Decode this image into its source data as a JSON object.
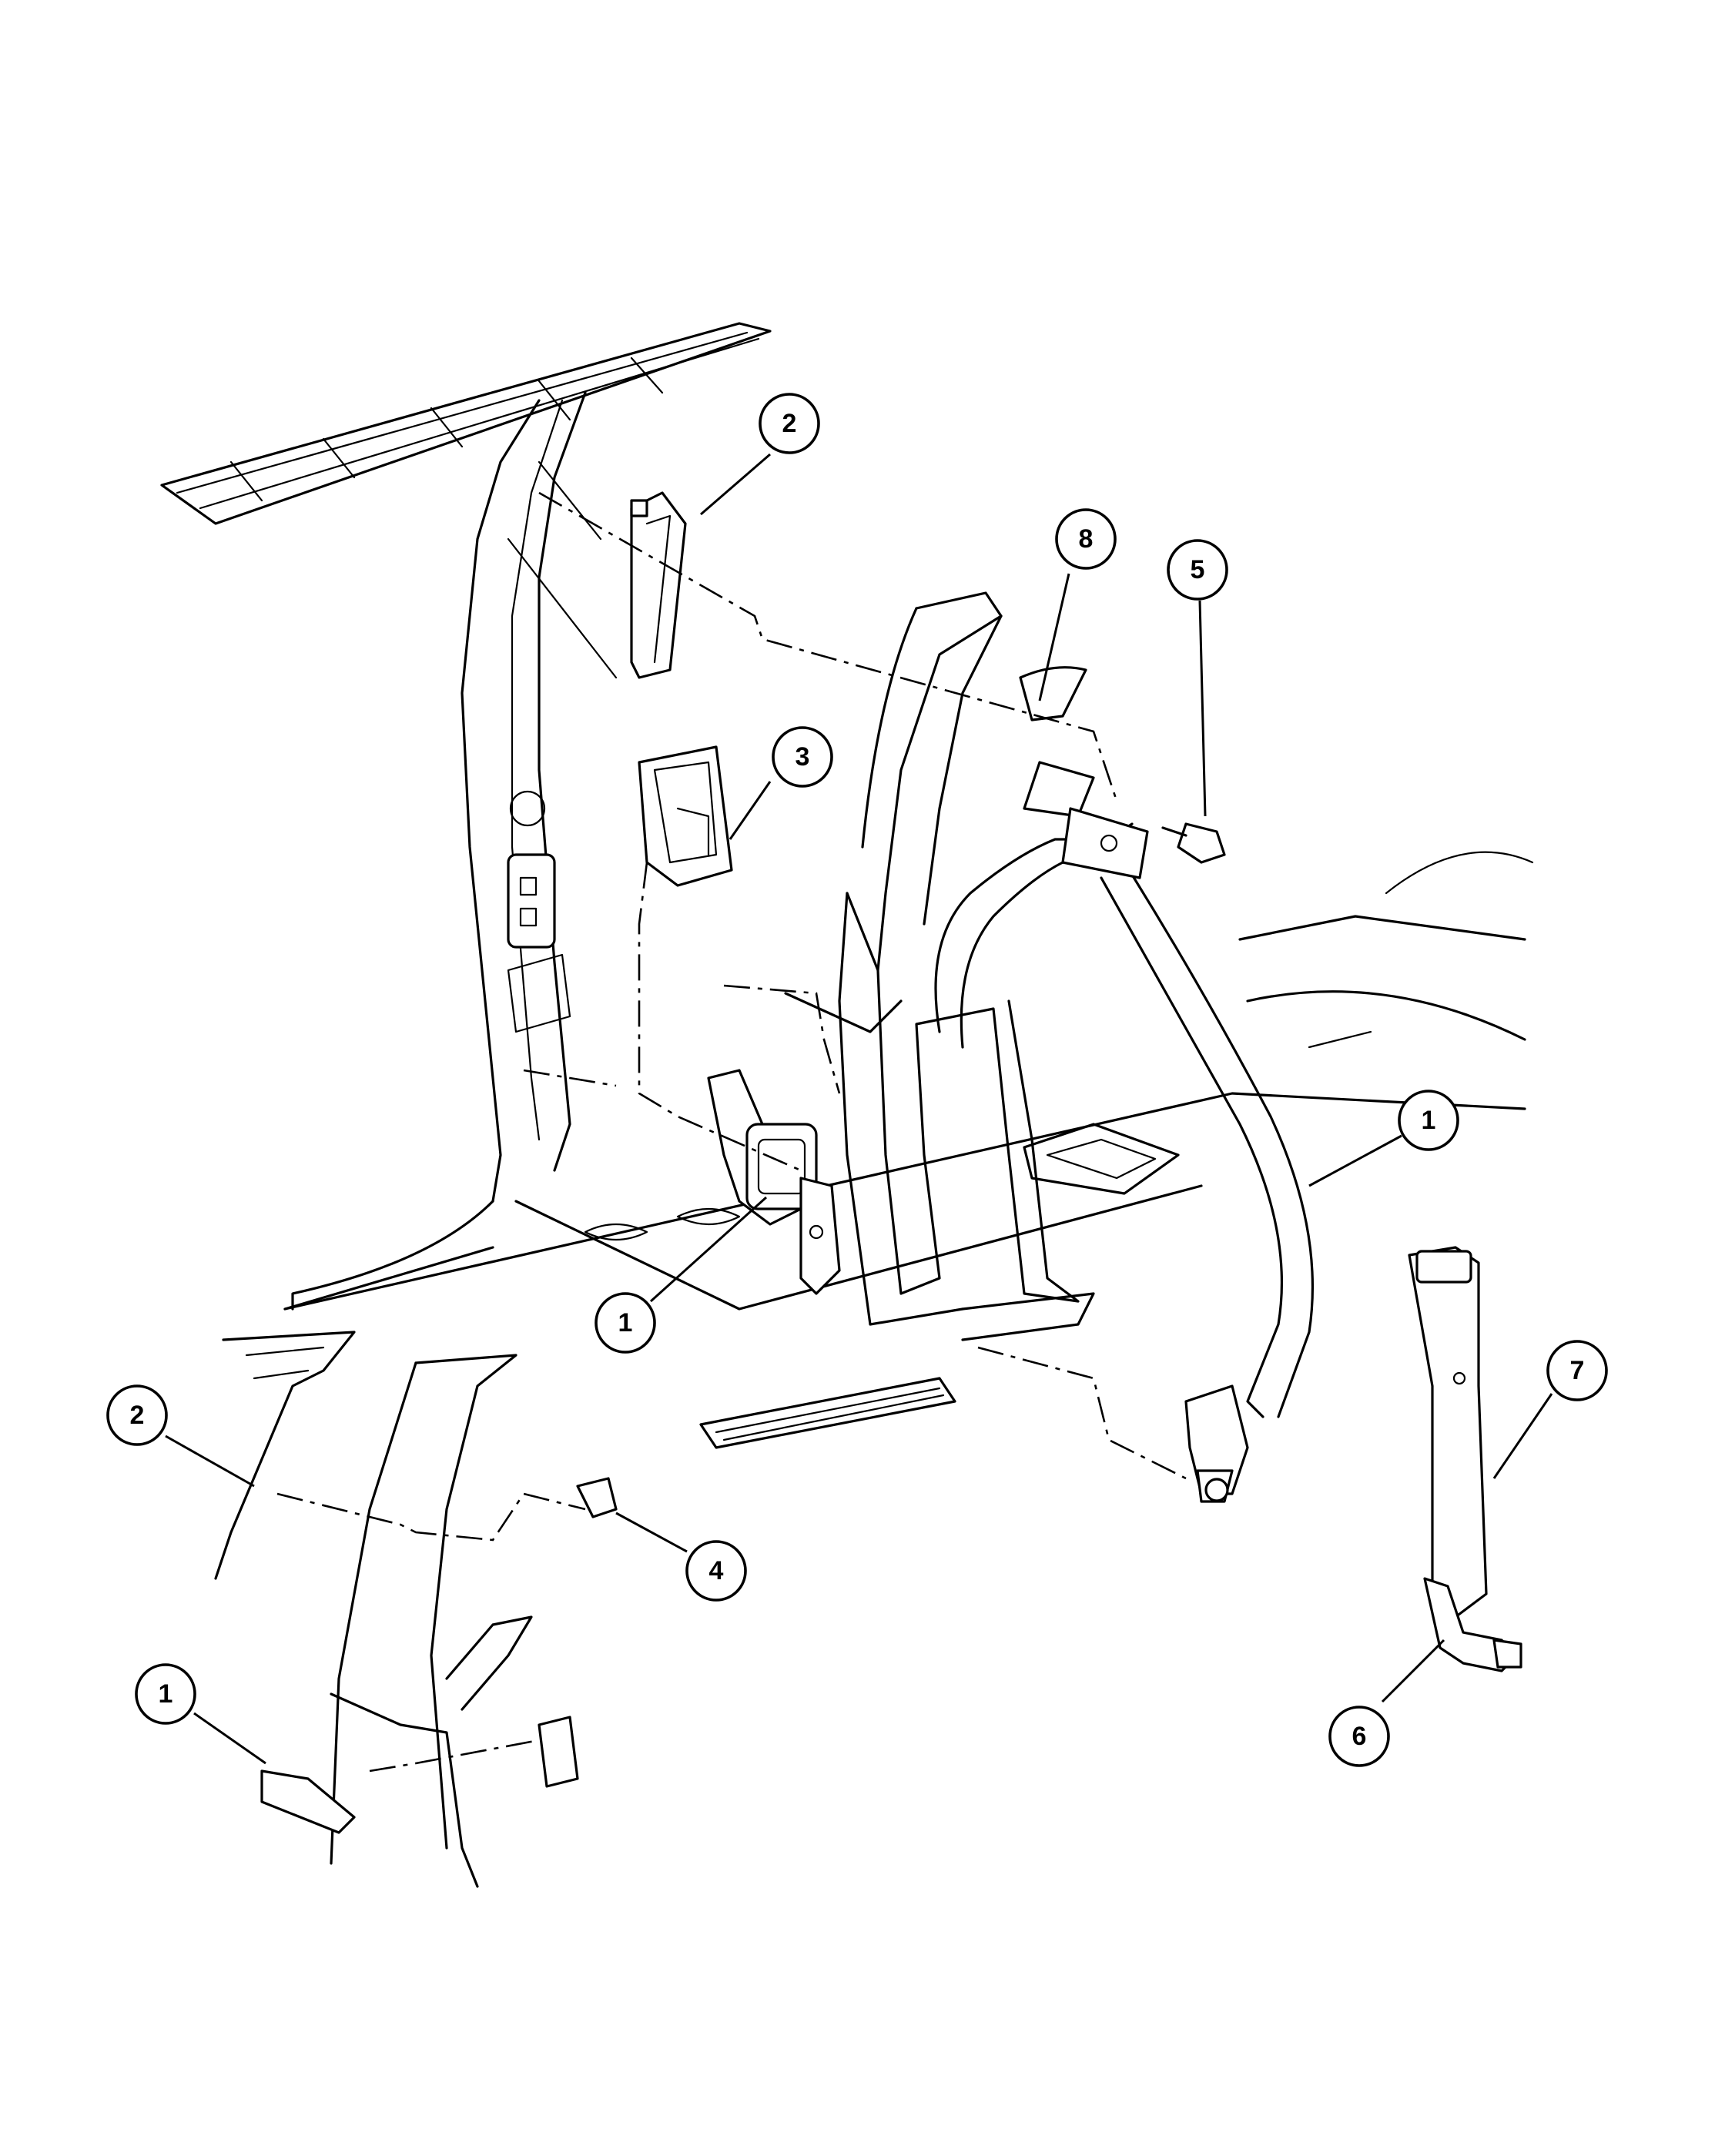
{
  "callouts": [
    {
      "id": "c2-top",
      "label": "2"
    },
    {
      "id": "c8",
      "label": "8"
    },
    {
      "id": "c5",
      "label": "5"
    },
    {
      "id": "c3",
      "label": "3"
    },
    {
      "id": "c1-right",
      "label": "1"
    },
    {
      "id": "c1-center",
      "label": "1"
    },
    {
      "id": "c7",
      "label": "7"
    },
    {
      "id": "c2-left",
      "label": "2"
    },
    {
      "id": "c4",
      "label": "4"
    },
    {
      "id": "c1-left",
      "label": "1"
    },
    {
      "id": "c6",
      "label": "6"
    }
  ]
}
